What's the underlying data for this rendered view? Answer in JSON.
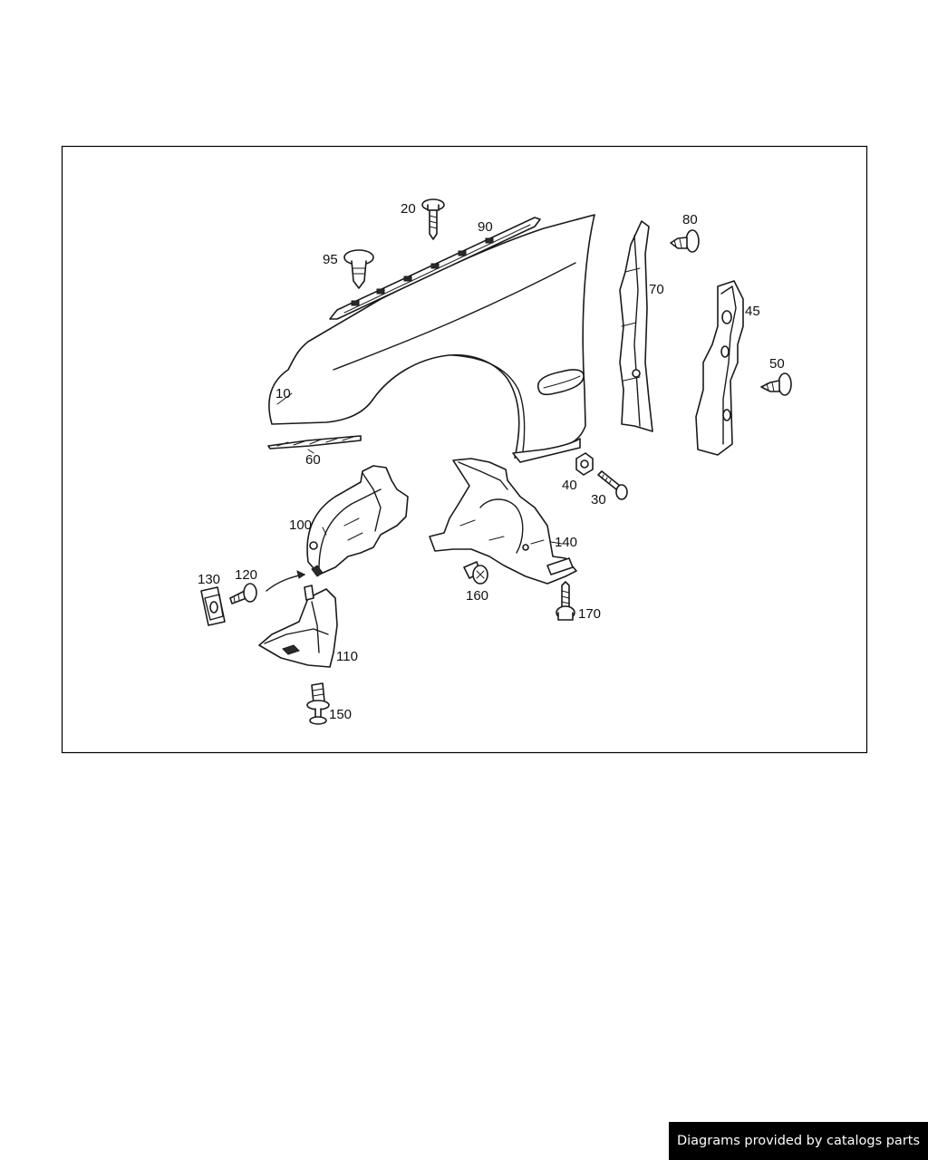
{
  "callouts": {
    "p10": "10",
    "p20": "20",
    "p30": "30",
    "p40": "40",
    "p45": "45",
    "p50": "50",
    "p60": "60",
    "p70": "70",
    "p80": "80",
    "p90": "90",
    "p95": "95",
    "p100": "100",
    "p110": "110",
    "p120": "120",
    "p130": "130",
    "p140": "140",
    "p150": "150",
    "p160": "160",
    "p170": "170"
  },
  "footer": {
    "credit": "Diagrams provided by catalogs parts"
  },
  "colors": {
    "line": "#1a1a1a",
    "frame": "#000000",
    "footer_bg": "#000000",
    "footer_text": "#ffffff"
  }
}
